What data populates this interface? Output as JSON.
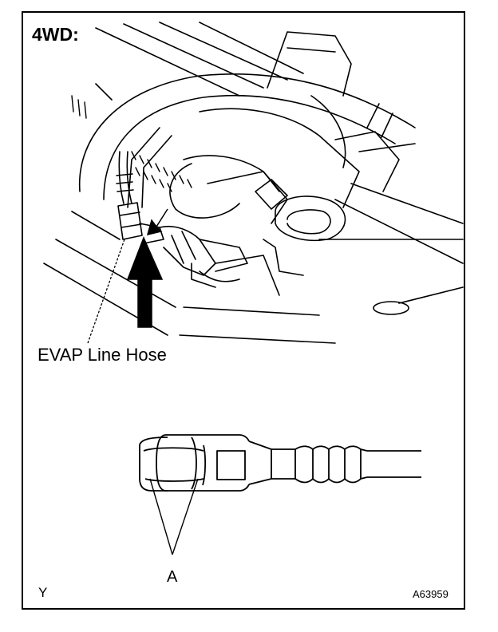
{
  "diagram": {
    "title": "4WD:",
    "labels": {
      "hose": "EVAP Line Hose",
      "part_a": "A",
      "corner_mark": "Y",
      "figure_code": "A63959"
    },
    "colors": {
      "ink": "#000000",
      "paper": "#ffffff"
    }
  }
}
